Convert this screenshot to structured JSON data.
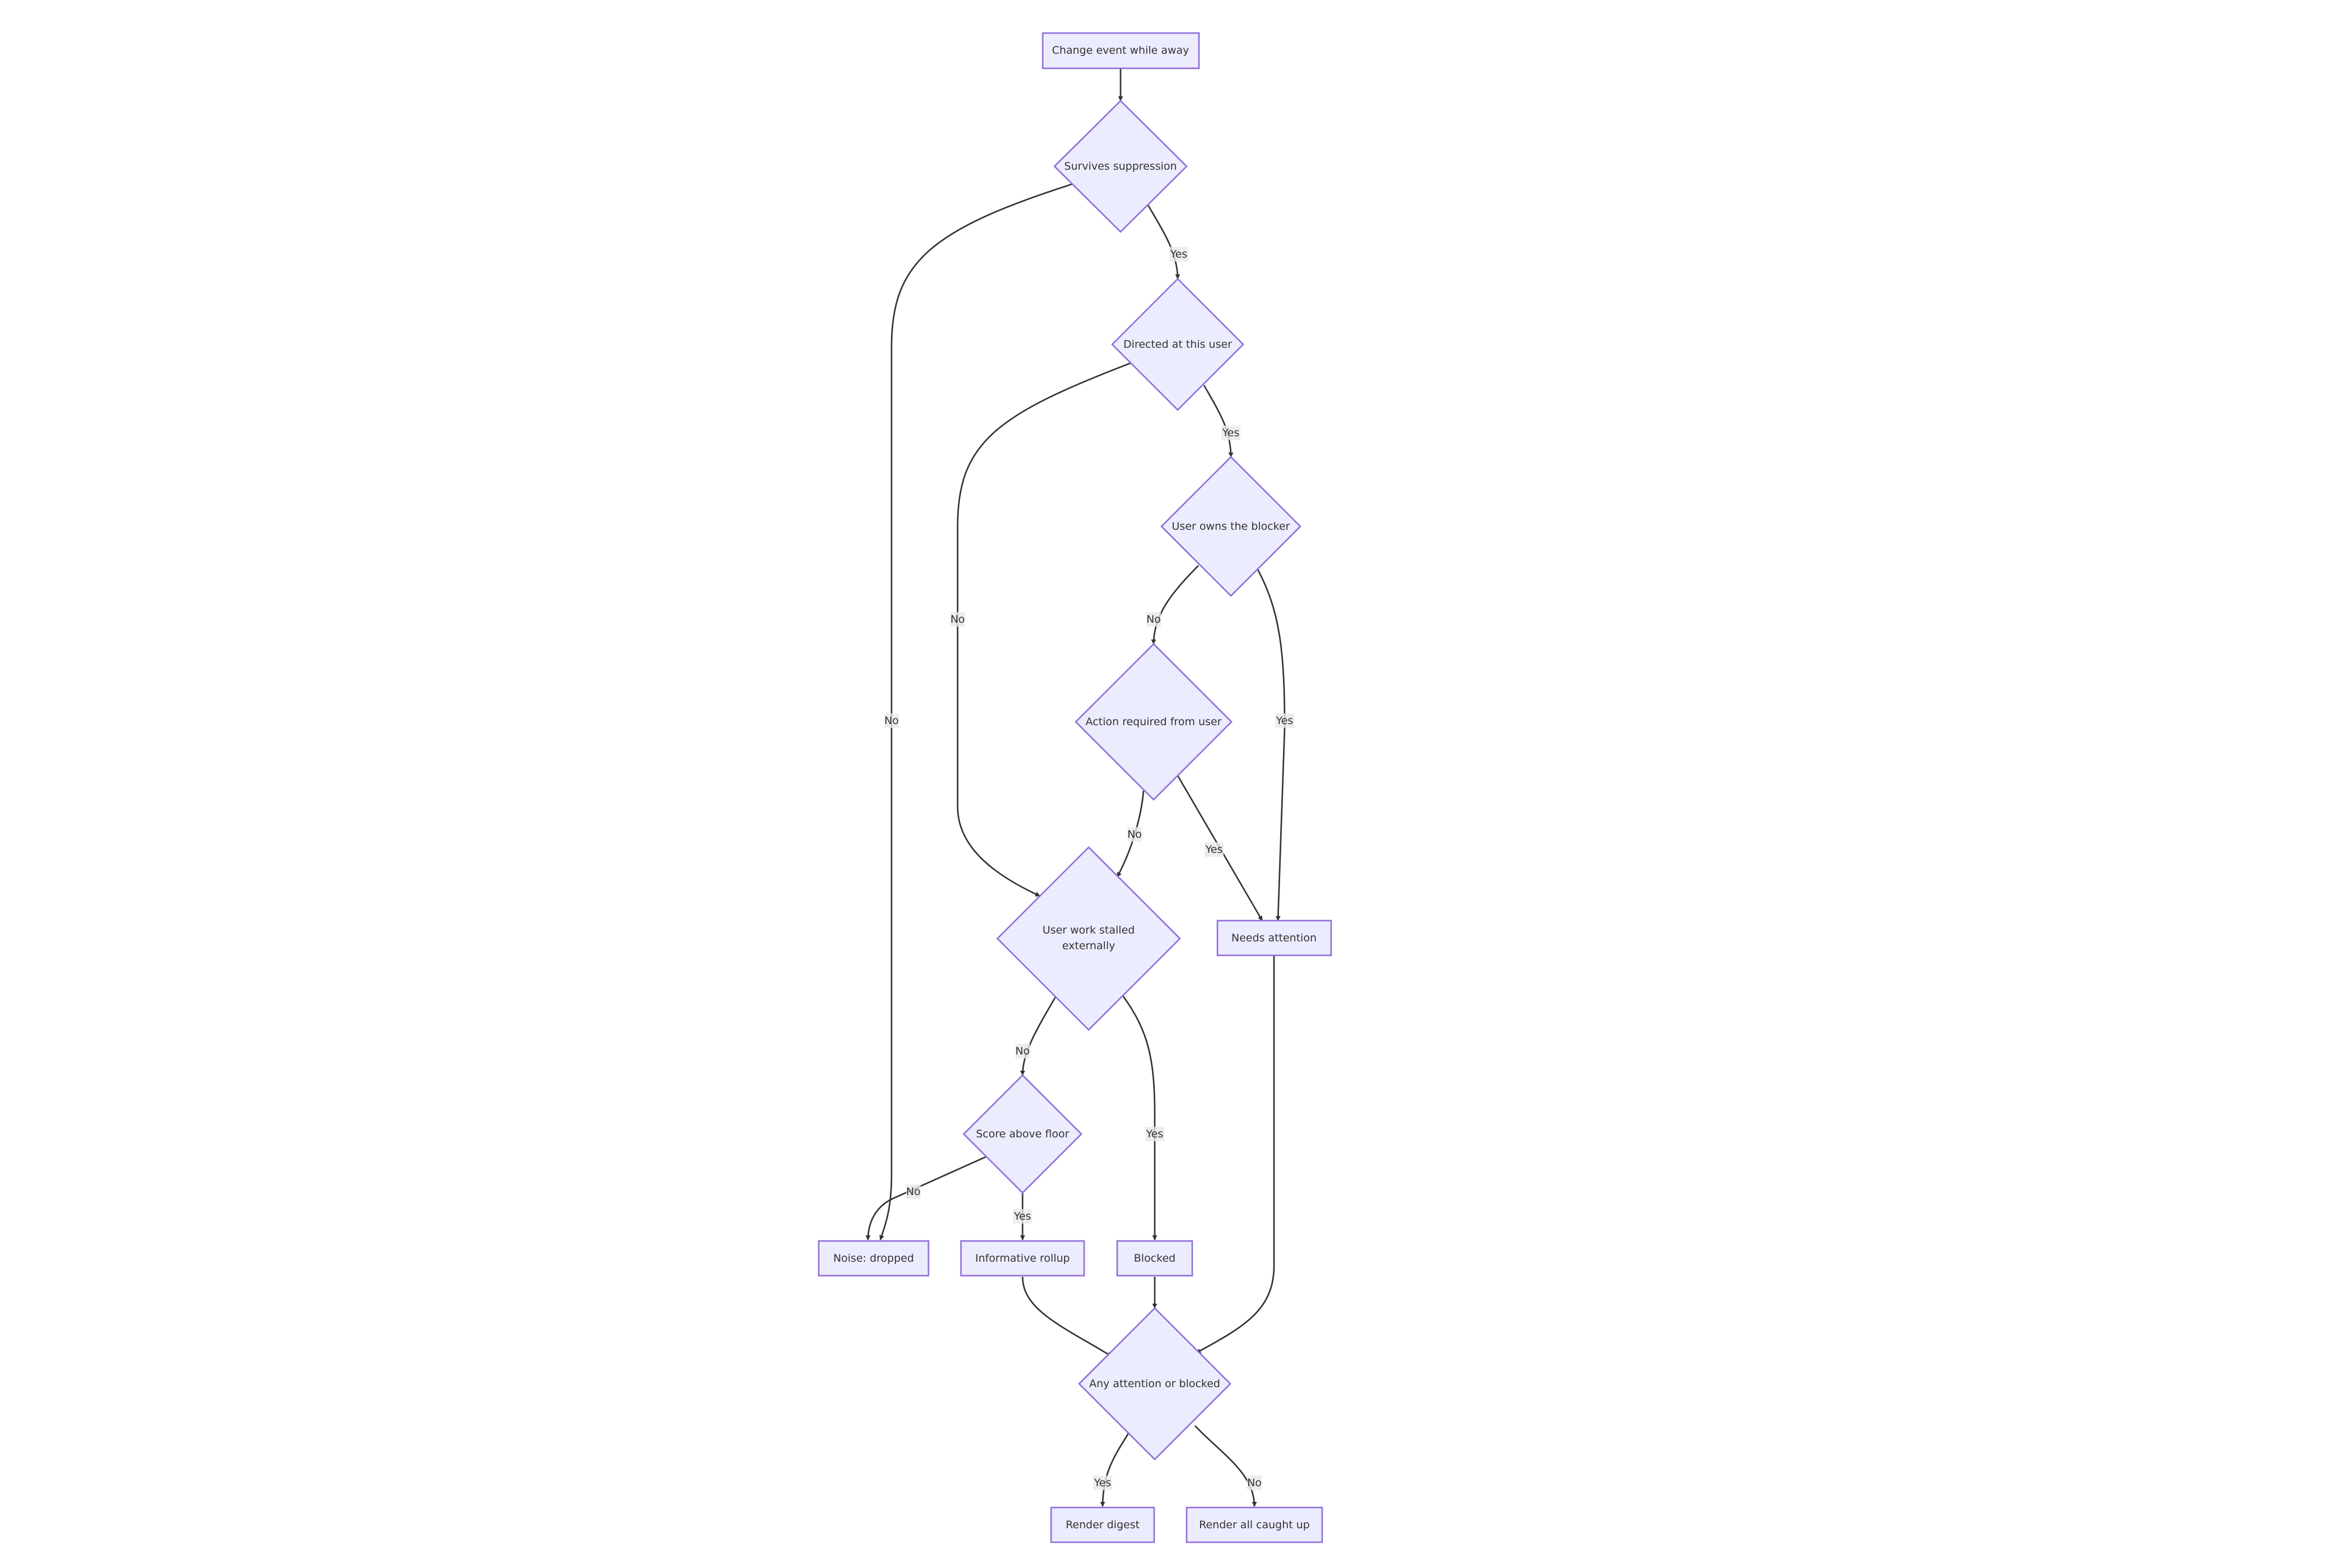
{
  "diagram": {
    "nodes": {
      "change_event": "Change event while away",
      "survives": "Survives suppression",
      "directed": "Directed at this user",
      "owns_blocker": "User owns the blocker",
      "action_required": "Action required from user",
      "stalled_line1": "User work stalled",
      "stalled_line2": "externally",
      "needs_attention": "Needs attention",
      "score_floor": "Score above floor",
      "noise": "Noise: dropped",
      "rollup": "Informative rollup",
      "blocked": "Blocked",
      "any_attention": "Any attention or blocked",
      "render_digest": "Render digest",
      "render_caught_up": "Render all caught up"
    },
    "edge_labels": {
      "survives_no": "No",
      "survives_yes": "Yes",
      "directed_no": "No",
      "directed_yes": "Yes",
      "owns_no": "No",
      "owns_yes": "Yes",
      "action_no": "No",
      "action_yes": "Yes",
      "stalled_no": "No",
      "stalled_yes": "Yes",
      "score_no": "No",
      "score_yes": "Yes",
      "any_yes": "Yes",
      "any_no": "No"
    },
    "colors": {
      "node_fill": "#ECECFF",
      "node_stroke": "#9370DB",
      "edge": "#333333",
      "label_background": "#e8e8e8"
    }
  }
}
